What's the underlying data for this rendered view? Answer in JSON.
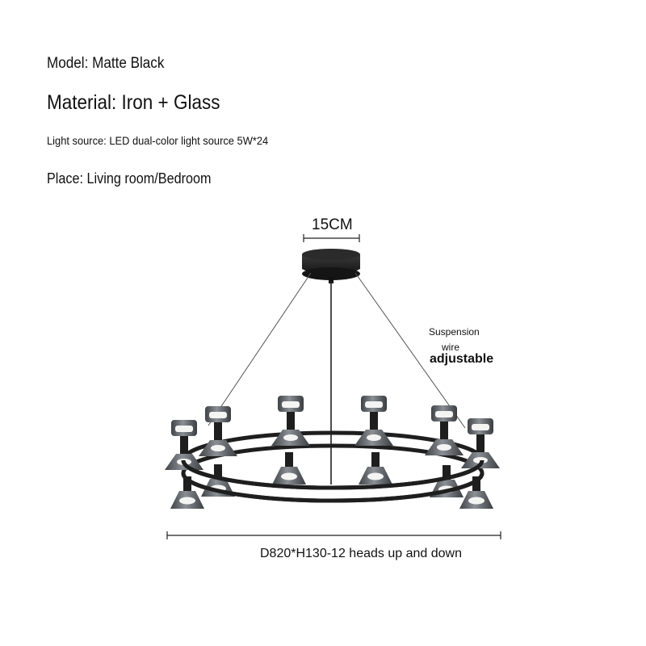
{
  "specs": {
    "model": "Model: Matte Black",
    "material": "Material: Iron + Glass",
    "light_source": "Light source: LED dual-color light source 5W*24",
    "place": "Place: Living room/Bedroom"
  },
  "annotations": {
    "canopy_width": "15CM",
    "suspension_line1": "Suspension",
    "suspension_line2": "wire",
    "suspension_line3": "adjustable",
    "overall_size": "D820*H130-12 heads up and down"
  },
  "colors": {
    "text": "#111111",
    "fixture": "#1e1e1e",
    "glass": "#6f7378",
    "led": "#f4f4f2"
  }
}
